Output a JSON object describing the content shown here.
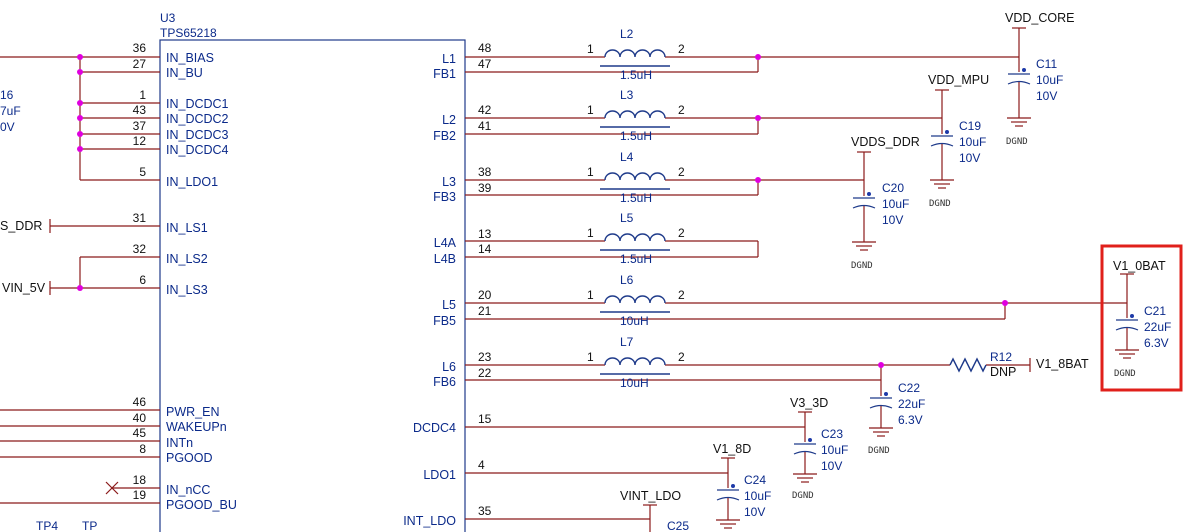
{
  "ic": {
    "ref": "U3",
    "part": "TPS65218",
    "left_pins": [
      {
        "num": "36",
        "name": "IN_BIAS"
      },
      {
        "num": "27",
        "name": "IN_BU"
      },
      {
        "num": "1",
        "name": "IN_DCDC1"
      },
      {
        "num": "43",
        "name": "IN_DCDC2"
      },
      {
        "num": "37",
        "name": "IN_DCDC3"
      },
      {
        "num": "12",
        "name": "IN_DCDC4"
      },
      {
        "num": "5",
        "name": "IN_LDO1"
      },
      {
        "num": "31",
        "name": "IN_LS1"
      },
      {
        "num": "32",
        "name": "IN_LS2"
      },
      {
        "num": "6",
        "name": "IN_LS3"
      },
      {
        "num": "46",
        "name": "PWR_EN"
      },
      {
        "num": "40",
        "name": "WAKEUPn"
      },
      {
        "num": "45",
        "name": "INTn"
      },
      {
        "num": "8",
        "name": "PGOOD"
      },
      {
        "num": "18",
        "name": "IN_nCC"
      },
      {
        "num": "19",
        "name": "PGOOD_BU"
      }
    ],
    "right_pins": [
      {
        "num": "48",
        "name": "L1"
      },
      {
        "num": "47",
        "name": "FB1"
      },
      {
        "num": "42",
        "name": "L2"
      },
      {
        "num": "41",
        "name": "FB2"
      },
      {
        "num": "38",
        "name": "L3"
      },
      {
        "num": "39",
        "name": "FB3"
      },
      {
        "num": "13",
        "name": "L4A"
      },
      {
        "num": "14",
        "name": "L4B"
      },
      {
        "num": "20",
        "name": "L5"
      },
      {
        "num": "21",
        "name": "FB5"
      },
      {
        "num": "23",
        "name": "L6"
      },
      {
        "num": "22",
        "name": "FB6"
      },
      {
        "num": "15",
        "name": "DCDC4"
      },
      {
        "num": "4",
        "name": "LDO1"
      },
      {
        "num": "35",
        "name": "INT_LDO"
      }
    ]
  },
  "left_partial": {
    "cap_ref": "16",
    "cap_value": "7uF",
    "cap_voltage": "0V",
    "net_ls1": "S_DDR",
    "net_ls3": "VIN_5V",
    "tp1": "TP4",
    "tp2": "TP"
  },
  "inductors": [
    {
      "ref": "L2",
      "value": "1.5uH",
      "pin1": "1",
      "pin2": "2"
    },
    {
      "ref": "L3",
      "value": "1.5uH",
      "pin1": "1",
      "pin2": "2"
    },
    {
      "ref": "L4",
      "value": "1.5uH",
      "pin1": "1",
      "pin2": "2"
    },
    {
      "ref": "L5",
      "value": "1.5uH",
      "pin1": "1",
      "pin2": "2"
    },
    {
      "ref": "L6",
      "value": "10uH",
      "pin1": "1",
      "pin2": "2"
    },
    {
      "ref": "L7",
      "value": "10uH",
      "pin1": "1",
      "pin2": "2"
    }
  ],
  "caps": [
    {
      "ref": "C11",
      "value": "10uF",
      "voltage": "10V",
      "net": "VDD_CORE"
    },
    {
      "ref": "C19",
      "value": "10uF",
      "voltage": "10V",
      "net": "VDD_MPU"
    },
    {
      "ref": "C20",
      "value": "10uF",
      "voltage": "10V",
      "net": "VDDS_DDR"
    },
    {
      "ref": "C21",
      "value": "22uF",
      "voltage": "6.3V",
      "net": "V1_0BAT"
    },
    {
      "ref": "C22",
      "value": "22uF",
      "voltage": "6.3V",
      "net": ""
    },
    {
      "ref": "C23",
      "value": "10uF",
      "voltage": "10V",
      "net": "V3_3D"
    },
    {
      "ref": "C24",
      "value": "10uF",
      "voltage": "10V",
      "net": "V1_8D"
    },
    {
      "ref": "C25",
      "value": "",
      "voltage": "",
      "net": "VINT_LDO"
    }
  ],
  "resistor": {
    "ref": "R12",
    "value": "DNP",
    "net": "V1_8BAT"
  },
  "ground_label": "DGND",
  "highlight_color": "#e0201b"
}
